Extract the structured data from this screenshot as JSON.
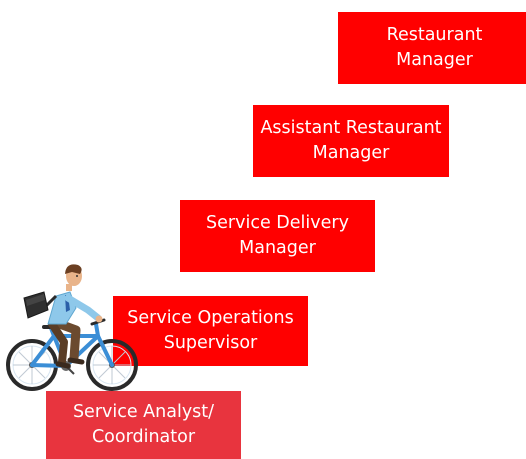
{
  "colors": {
    "step_base": "#e8343e",
    "step": "#ff0000",
    "text": "#ffffff",
    "bike_frame": "#3b8ed6",
    "shirt": "#8ec8ea",
    "trousers": "#6b4a2f"
  },
  "steps": [
    {
      "line1": "Service Analyst/",
      "line2": "Coordinator"
    },
    {
      "line1": "Service Operations",
      "line2": "Supervisor"
    },
    {
      "line1": "Service Delivery",
      "line2": "Manager"
    },
    {
      "line1": "Assistant Restaurant",
      "line2": "Manager"
    },
    {
      "line1": "Restaurant",
      "line2": "Manager"
    }
  ],
  "illustration": {
    "icon": "cyclist-with-messenger-bag-icon"
  }
}
